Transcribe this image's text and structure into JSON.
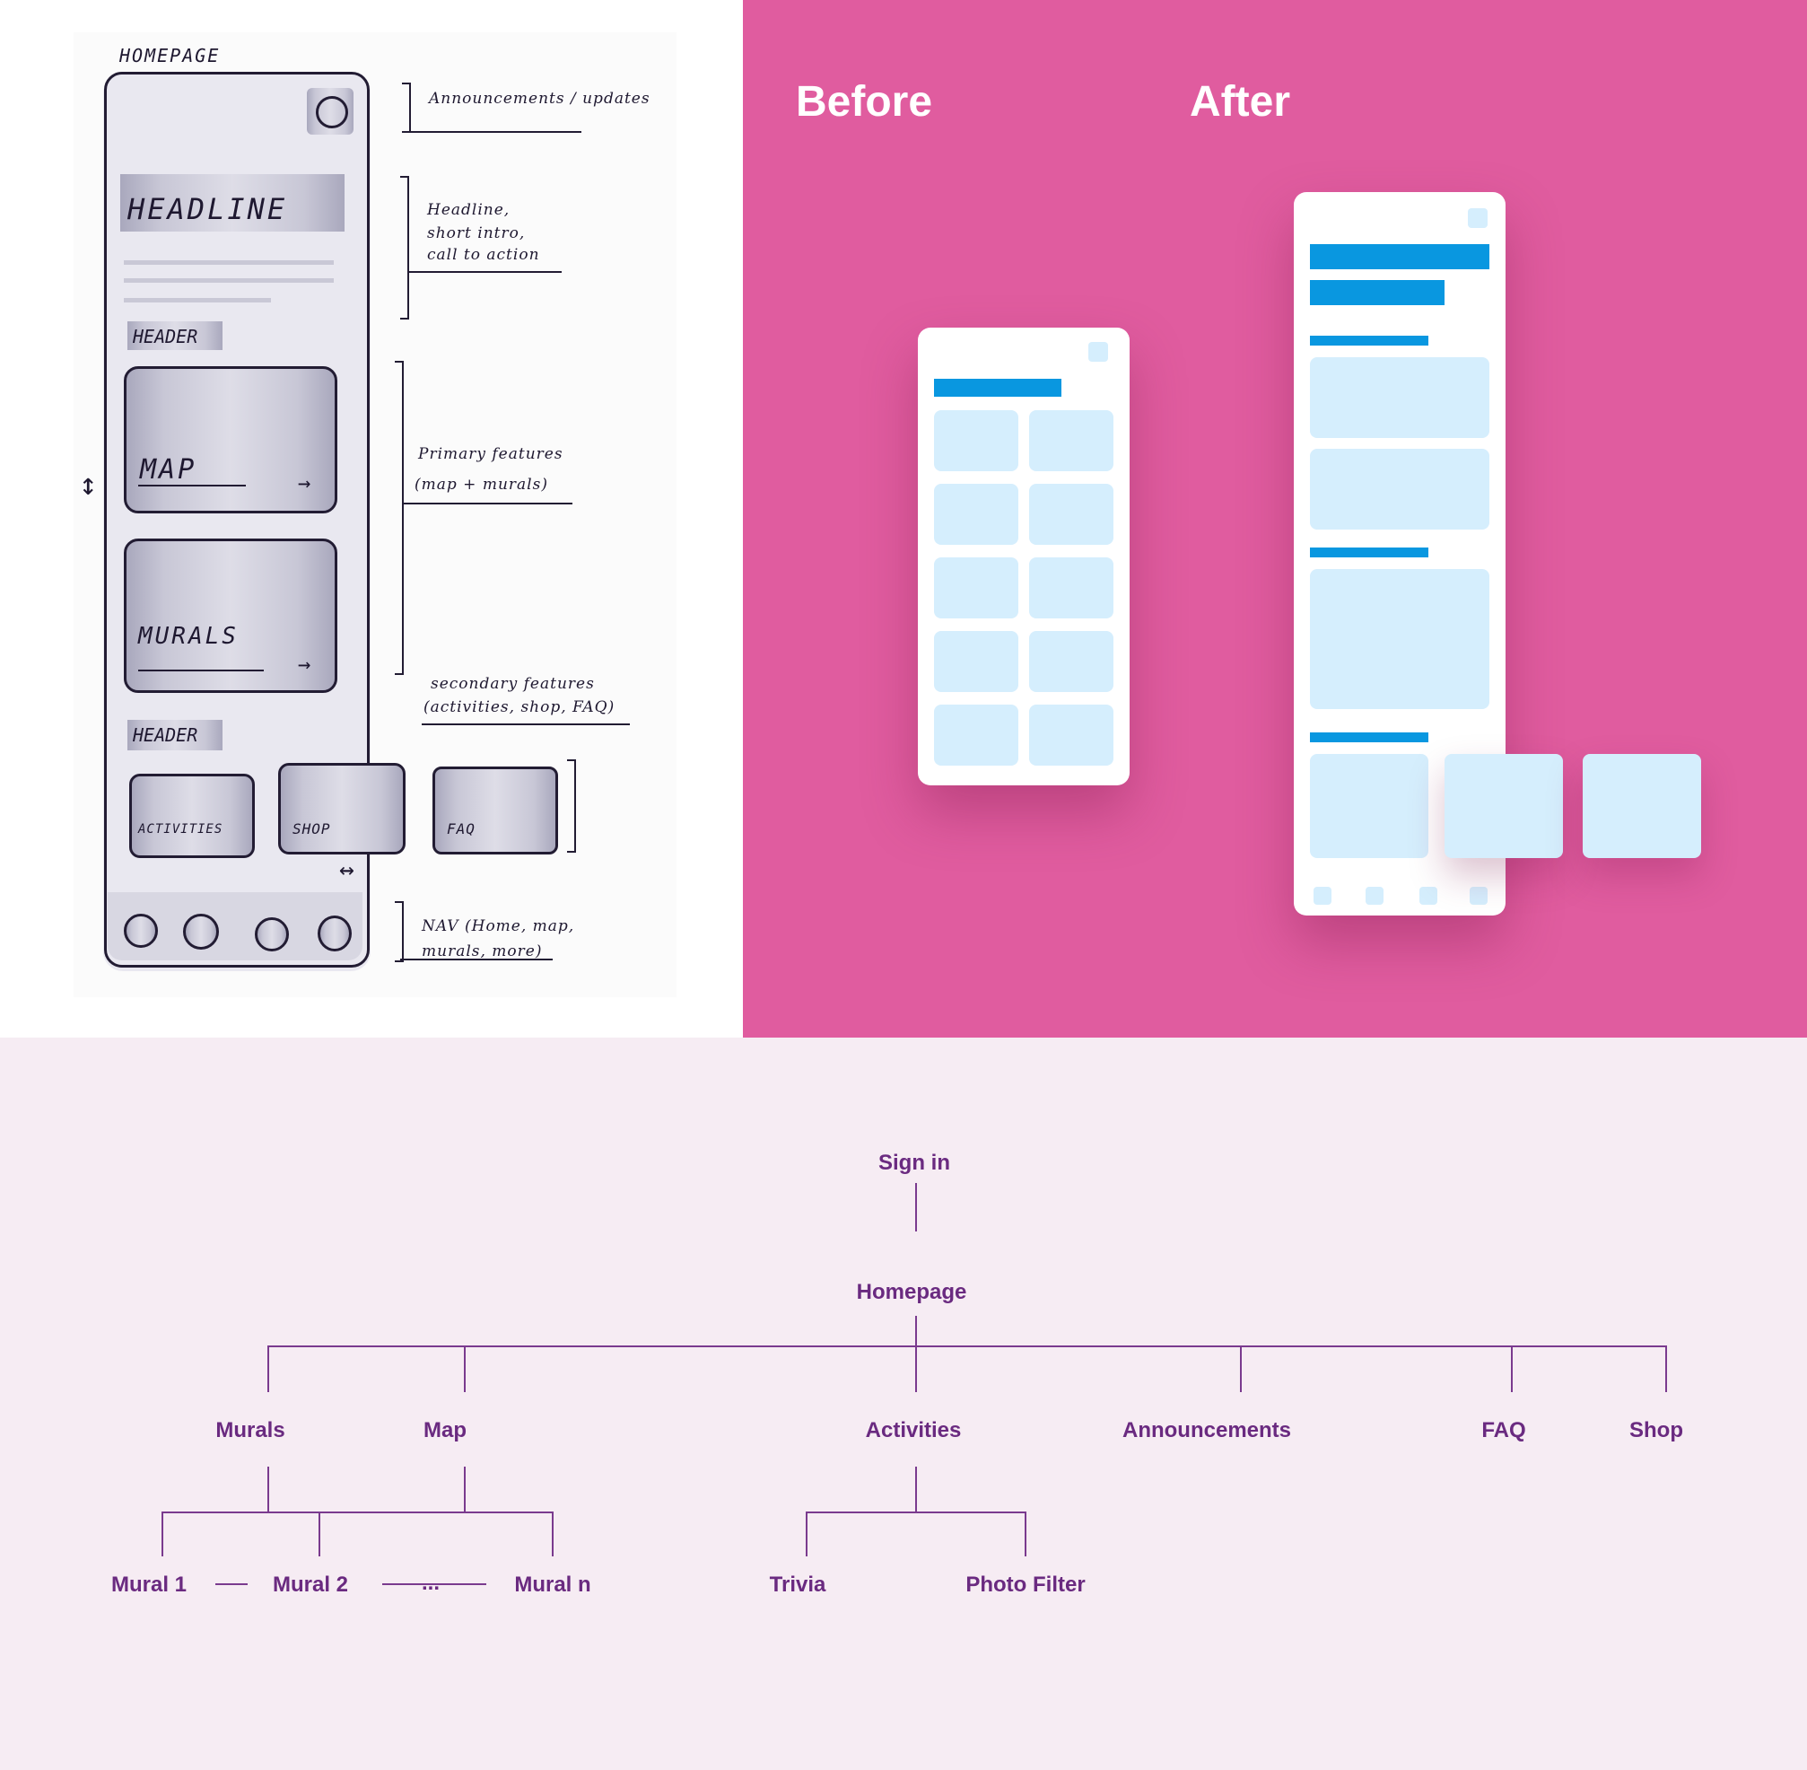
{
  "sketch": {
    "title": "HOMEPAGE",
    "headline": "HEADLINE",
    "header_1": "HEADER",
    "header_2": "HEADER",
    "card_map": "MAP",
    "card_murals": "MURALS",
    "card_activities": "ACTIVITIES",
    "card_shop": "SHOP",
    "card_faq": "FAQ",
    "notes": {
      "announcements": "Announcements / updates",
      "headline_1": "Headline,",
      "headline_2": "short intro,",
      "headline_3": "call to action",
      "primary_1": "Primary features",
      "primary_2": "(map + murals)",
      "secondary_1": "secondary features",
      "secondary_2": "(activities, shop, FAQ)",
      "nav_1": "NAV (Home, map,",
      "nav_2": "murals, more)"
    }
  },
  "compare": {
    "before_label": "Before",
    "after_label": "After",
    "colors": {
      "panel": "#e05c9f",
      "bar": "#0997e0",
      "tile": "#d5eefd"
    }
  },
  "sitemap": {
    "root": "Sign in",
    "home": "Homepage",
    "level2": [
      "Murals",
      "Map",
      "Activities",
      "Announcements",
      "FAQ",
      "Shop"
    ],
    "murals": [
      "Mural 1",
      "Mural 2",
      "...",
      "Mural n"
    ],
    "activities": [
      "Trivia",
      "Photo Filter"
    ],
    "color": "#6a2a80"
  }
}
